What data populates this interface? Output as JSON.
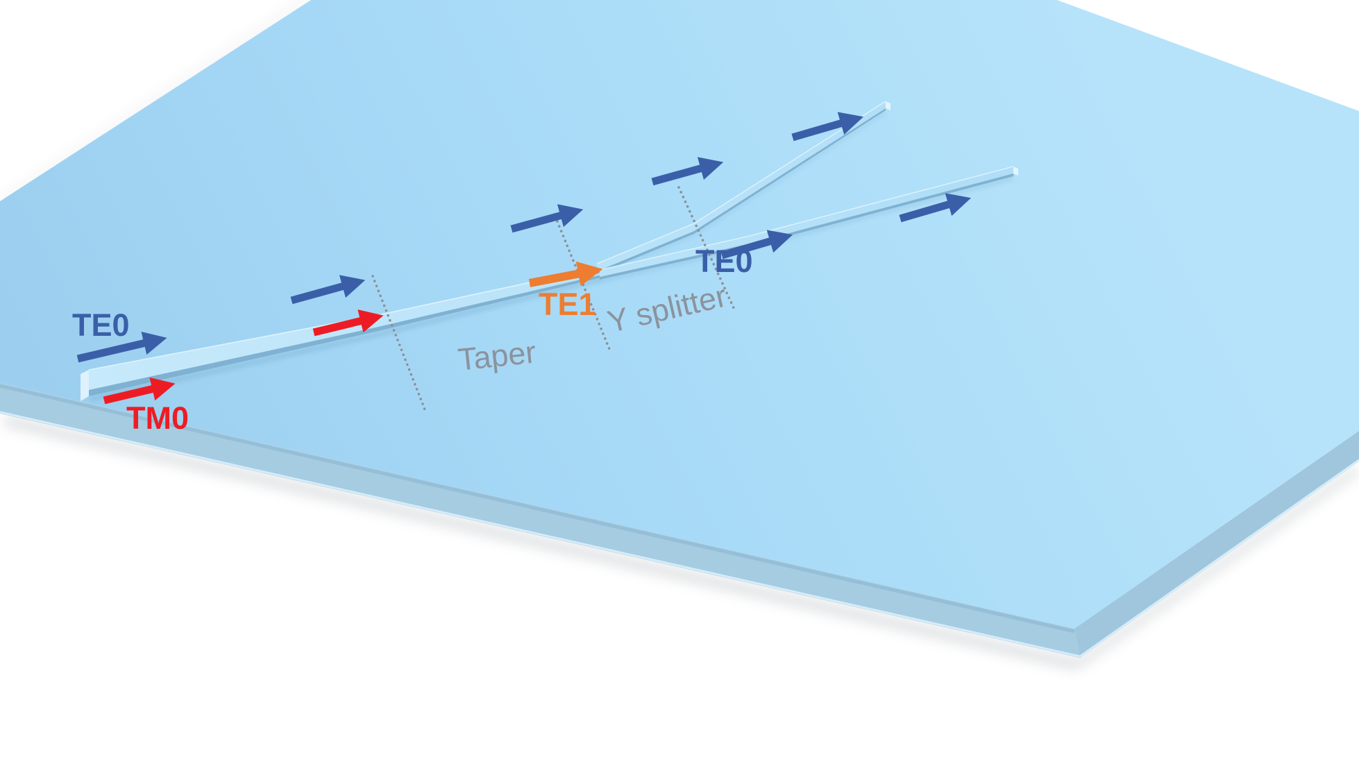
{
  "labels": {
    "input_te0": "TE0",
    "input_tm0": "TM0",
    "te1": "TE1",
    "taper": "Taper",
    "y_splitter": "Y splitter",
    "output_te0": "TE0"
  },
  "colors": {
    "te0_blue": "#3A5FA8",
    "tm0_red": "#ED1C24",
    "te1_orange": "#ED7D31",
    "section_gray": "#8A9099",
    "divider_gray": "#8A9099",
    "slab_top": "#A7DAF7",
    "slab_side": "#A6CCE2",
    "ridge_light": "#C2E7FB",
    "background": "#FFFFFF"
  }
}
